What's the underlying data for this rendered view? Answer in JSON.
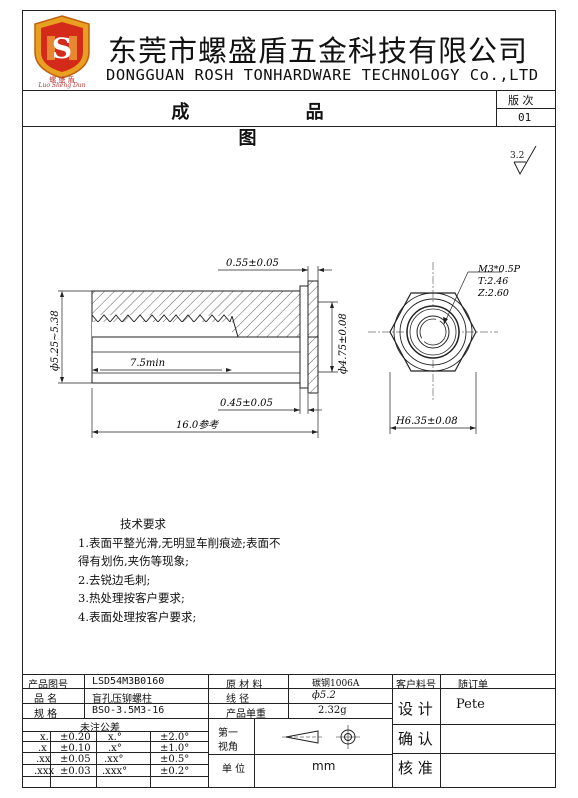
{
  "company": {
    "name_cn": "东莞市螺盛盾五金科技有限公司",
    "name_en": "DONGGUAN ROSH TONHARDWARE TECHNOLOGY Co.,LTD",
    "logo_letter": "S",
    "logo_text_cn": "螺 盛 盾",
    "logo_text_en": "Luo Sheng Dun"
  },
  "title_bar": {
    "title": "成 品 图",
    "version_label": "版 次",
    "version_value": "01"
  },
  "drawing": {
    "roughness": "3.2",
    "dims": {
      "flange_thickness": "0.55±0.05",
      "outer_dia": "ф5.25~5.38",
      "inner_dia": "ф4.75±0.08",
      "min_depth": "7.5min",
      "head_thickness": "0.45±0.05",
      "length": "16.0参考",
      "thread": "M3*0.5P",
      "thread_t": "T:2.46",
      "thread_z": "Z:2.60",
      "hex": "H6.35±0.08"
    }
  },
  "notes": {
    "heading": "技术要求",
    "items": [
      "1.表面平整光滑,无明显车削痕迹;表面不",
      "得有划伤,夹伤等现象;",
      "2.去锐边毛刺;",
      "3.热处理按客户要求;",
      "4.表面处理按客户要求;"
    ]
  },
  "title_block": {
    "part_no_label": "产品图号",
    "part_no_value": "LSD54M3B0160",
    "material_label": "原 材 料",
    "material_value": "碳钢1006A",
    "customer_no_label": "客户料号",
    "customer_no_value": "随订单",
    "name_label": "品    名",
    "name_value": "盲孔压铆螺柱",
    "wire_label": "线    径",
    "wire_value": "ф5.2",
    "spec_label": "规    格",
    "spec_value": "BSO-3.5M3-16",
    "weight_label": "产品单重",
    "weight_value": "2.32g",
    "design_label": "设 计",
    "design_value": "Pete",
    "tolerance_heading": "未注公差",
    "tolerances": [
      {
        "lin": "x.",
        "lin_val": "±0.20",
        "ang": "x.°",
        "ang_val": "±2.0°"
      },
      {
        "lin": ".x",
        "lin_val": "±0.10",
        "ang": ".x°",
        "ang_val": "±1.0°"
      },
      {
        "lin": ".xx",
        "lin_val": "±0.05",
        "ang": ".xx°",
        "ang_val": "±0.5°"
      },
      {
        "lin": ".xxx",
        "lin_val": "±0.03",
        "ang": ".xxx°",
        "ang_val": "±0.2°"
      }
    ],
    "projection_label_1": "第一",
    "projection_label_2": "视角",
    "unit_label": "单 位",
    "unit_value": "mm",
    "confirm_label": "确 认",
    "audit_label": "核 准"
  }
}
